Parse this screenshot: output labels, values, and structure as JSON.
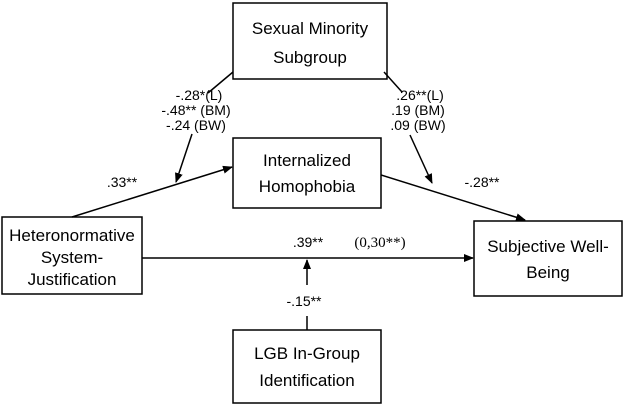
{
  "boxes": {
    "sexual_minority": {
      "line1": "Sexual Minority",
      "line2": "Subgroup"
    },
    "internalized": {
      "line1": "Internalized",
      "line2": "Homophobia"
    },
    "heteronormative": {
      "line1": "Heteronormative",
      "line2": "System-",
      "line3": "Justification"
    },
    "wellbeing": {
      "line1": "Subjective Well-",
      "line2": "Being"
    },
    "lgb": {
      "line1": "LGB In-Group",
      "line2": "Identification"
    }
  },
  "coefficients": {
    "left_moderation": [
      "-.28*(L)",
      "-.48** (BM)",
      "-.24 (BW)"
    ],
    "right_moderation": [
      ".26**(L)",
      ".19 (BM)",
      ".09 (BW)"
    ],
    "het_to_internalized": ".33**",
    "internalized_to_wellbeing": "-.28**",
    "direct_effect": ".39**",
    "direct_effect_paren": "(0,30**)",
    "lgb_moderation": "-.15**"
  },
  "colors": {
    "stroke": "#000000",
    "background": "#ffffff"
  }
}
